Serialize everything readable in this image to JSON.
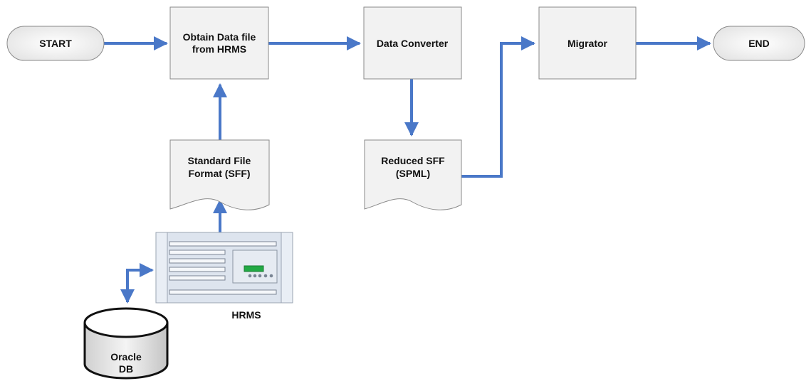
{
  "diagram": {
    "nodes": {
      "start": "START",
      "obtain": [
        "Obtain Data file",
        "from HRMS"
      ],
      "converter": "Data Converter",
      "migrator": "Migrator",
      "end": "END",
      "sff": [
        "Standard File",
        "Format (SFF)"
      ],
      "reduced": [
        "Reduced SFF",
        "(SPML)"
      ],
      "hrms": "HRMS",
      "db": [
        "Oracle",
        "DB"
      ]
    },
    "edges": [
      [
        "START",
        "Obtain Data file from HRMS"
      ],
      [
        "Obtain Data file from HRMS",
        "Data Converter"
      ],
      [
        "Data Converter",
        "Reduced SFF (SPML)"
      ],
      [
        "Reduced SFF (SPML)",
        "Migrator"
      ],
      [
        "Migrator",
        "END"
      ],
      [
        "Standard File Format (SFF)",
        "Obtain Data file from HRMS"
      ],
      [
        "HRMS",
        "Standard File Format (SFF)"
      ],
      [
        "Oracle DB",
        "HRMS"
      ],
      [
        "HRMS",
        "Oracle DB"
      ]
    ],
    "colors": {
      "arrow": "#4a78c8",
      "box_fill": "#f2f2f2",
      "box_stroke": "#8a8a8a",
      "server_fill": "#dde4ee",
      "server_display": "#22aa44"
    }
  }
}
